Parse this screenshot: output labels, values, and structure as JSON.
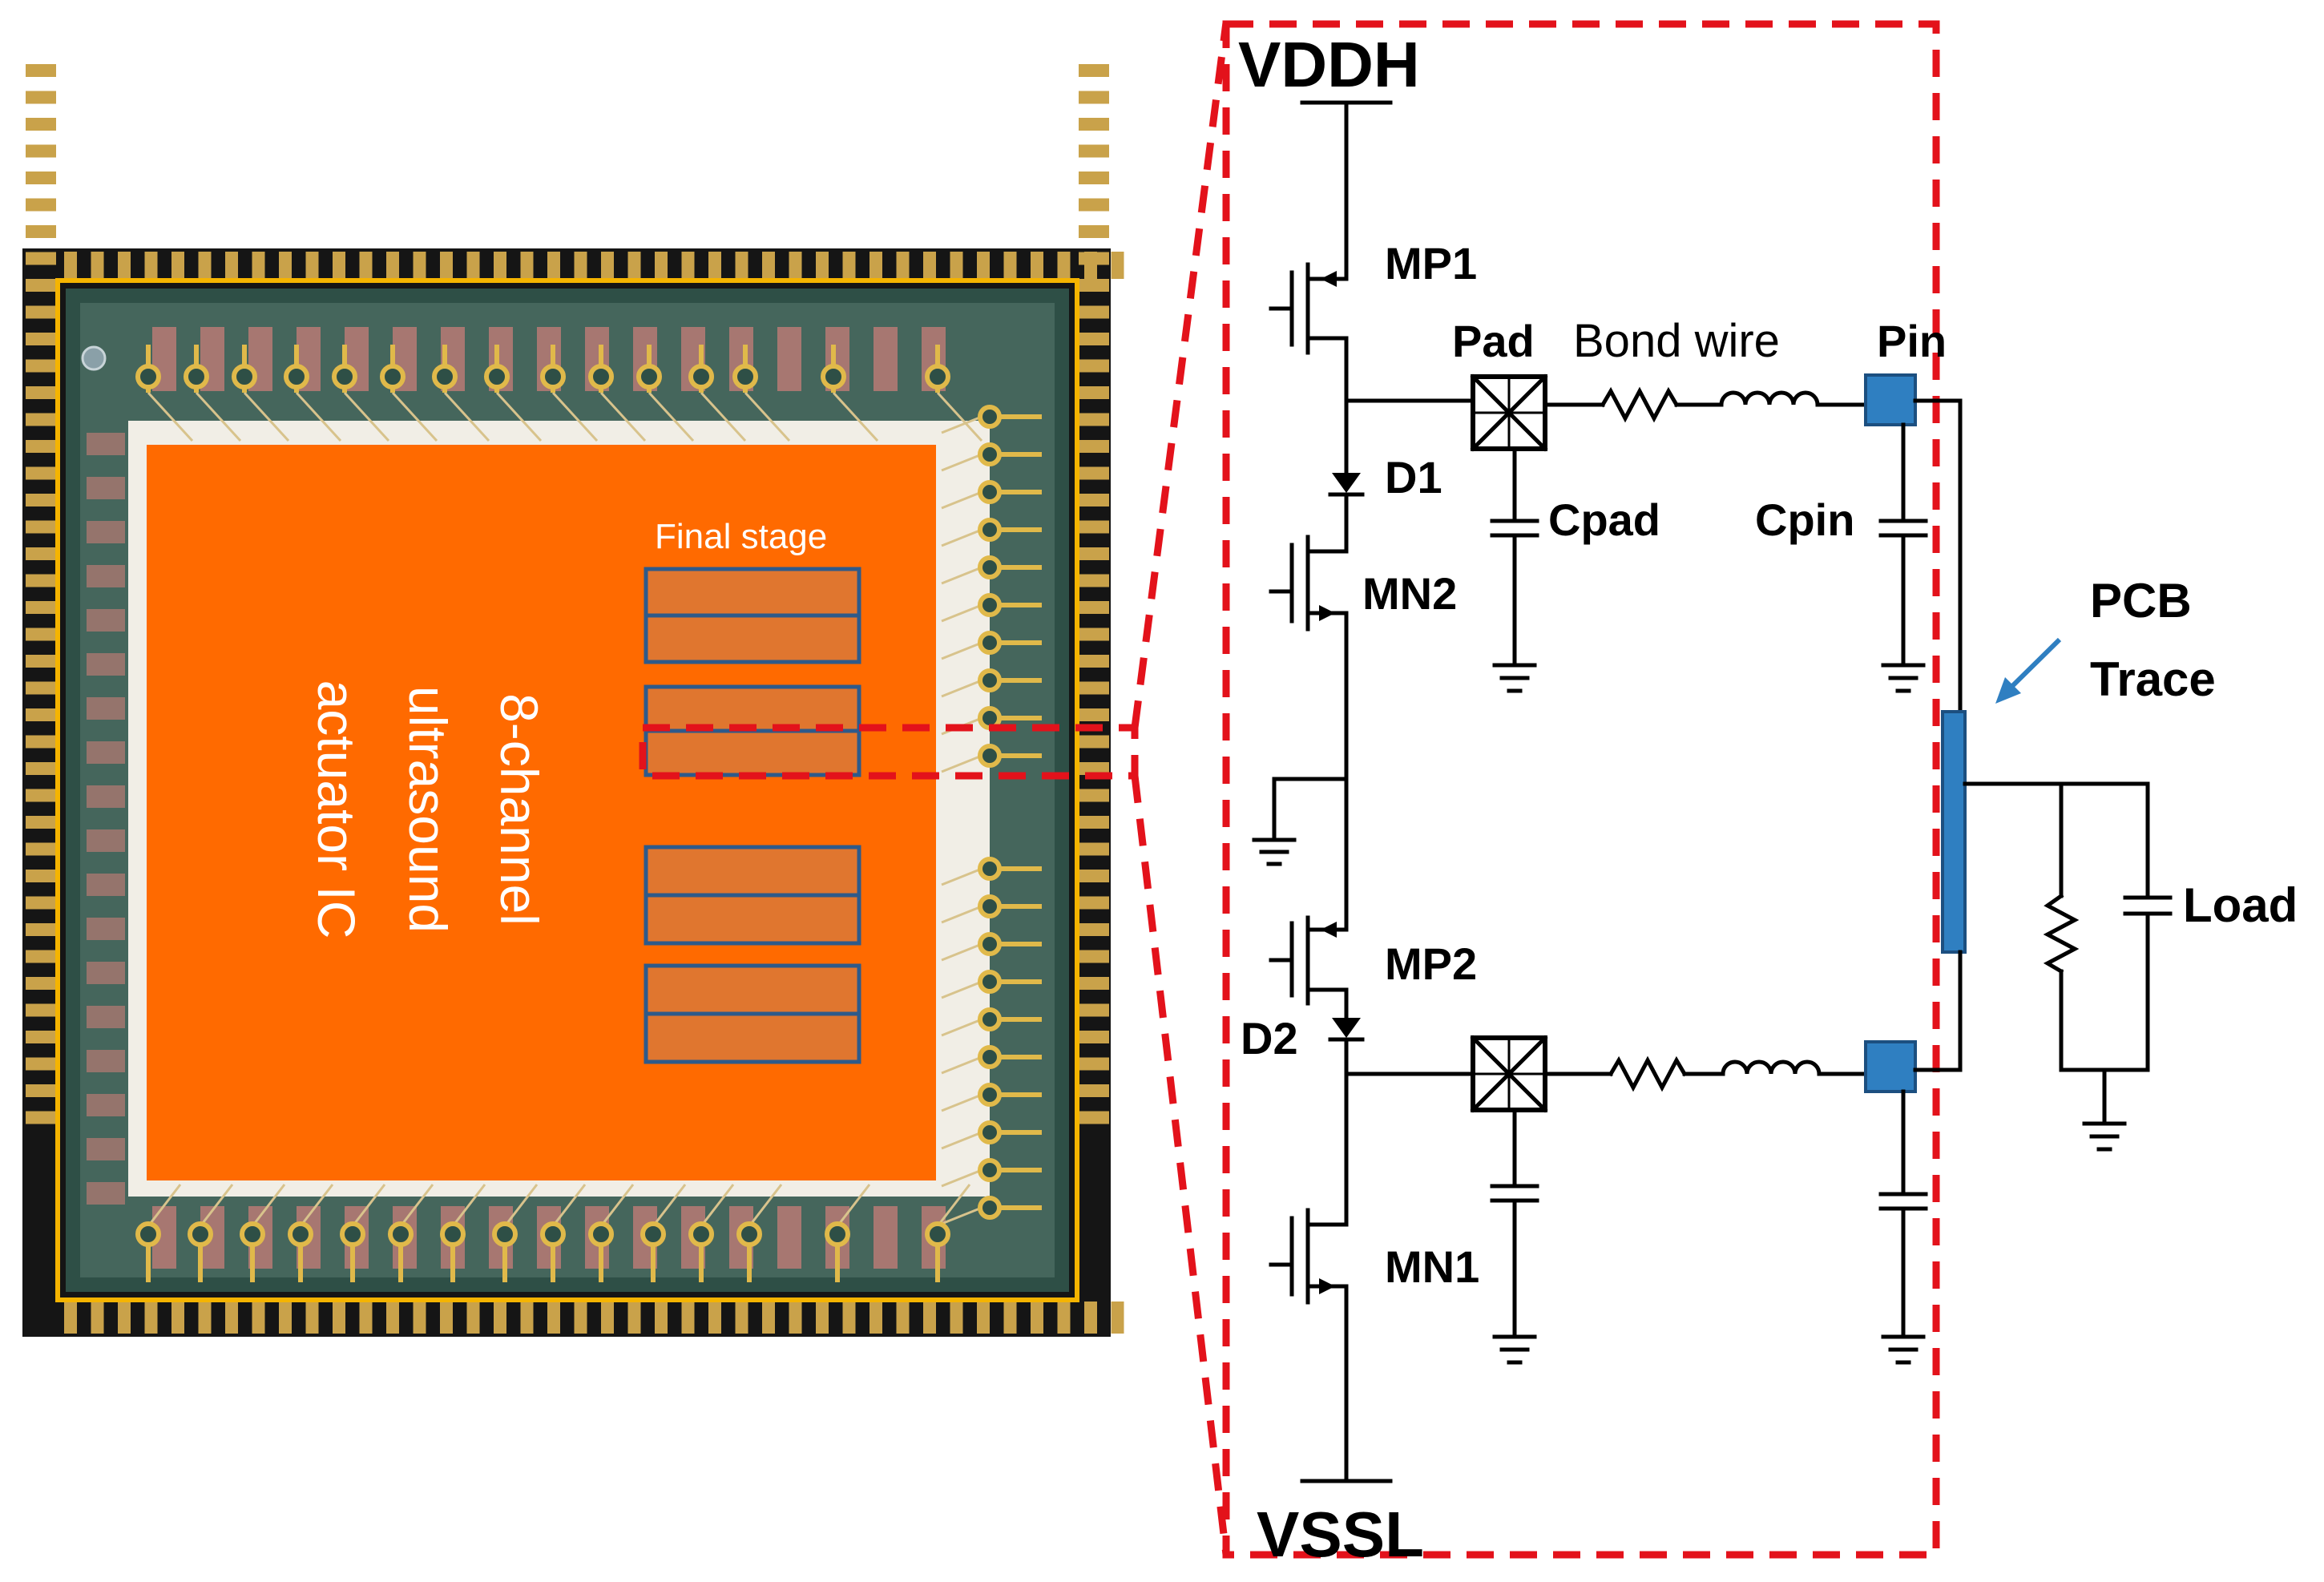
{
  "chip": {
    "title_lines": [
      "8-channel",
      "ultrasound",
      "actuator IC"
    ],
    "final_stage_label": "Final stage"
  },
  "schematic": {
    "supply_top": "VDDH",
    "supply_bottom": "VSSL",
    "transistors": [
      "MP1",
      "MN2",
      "MP2",
      "MN1"
    ],
    "diodes": [
      "D1",
      "D2"
    ],
    "pad_label": "Pad",
    "bond_wire_label": "Bond wire",
    "pin_label": "Pin",
    "cpad_label": "Cpad",
    "cpin_label": "Cpin",
    "pcb_trace_lines": [
      "PCB",
      "Trace"
    ],
    "load_label": "Load"
  },
  "colors": {
    "chip_orange": "#ff6a00",
    "final_stage_fill": "#e0762f",
    "final_stage_border": "#2e5a8a",
    "highlight_dash": "#e3121b",
    "pin_blue": "#2f7fc1",
    "arrow_blue": "#2f7fc1",
    "package_frame": "#f5b400"
  }
}
